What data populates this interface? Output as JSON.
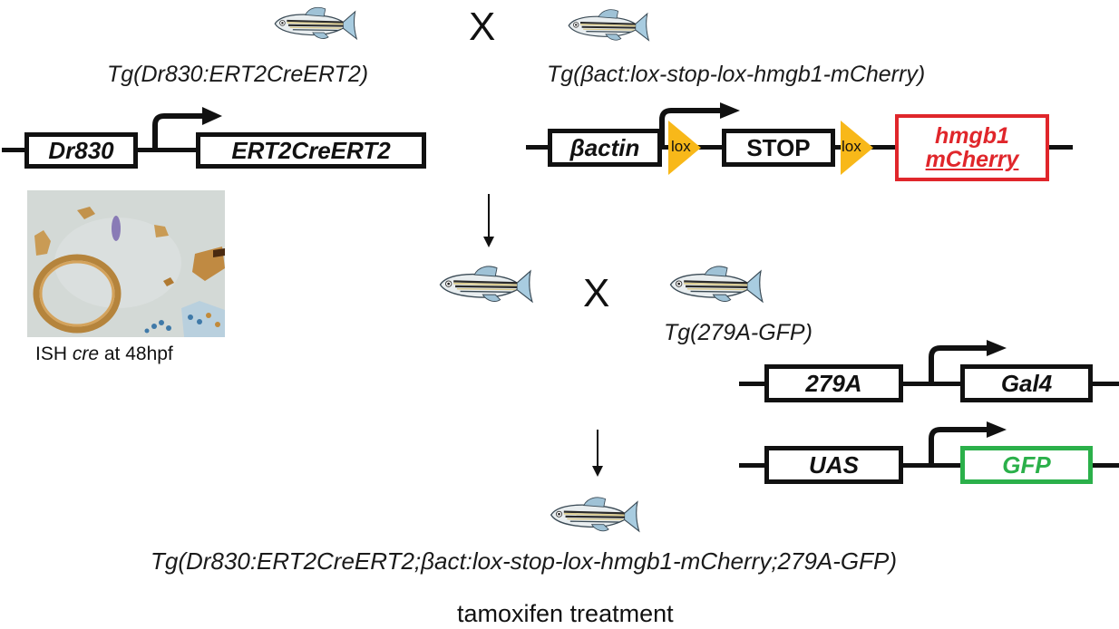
{
  "cross_symbol": "X",
  "fish": {
    "icon": "zebrafish-icon"
  },
  "parent1": {
    "label": "Tg(Dr830:ERT2CreERT2)",
    "construct": {
      "promoter": "Dr830",
      "gene": "ERT2CreERT2"
    }
  },
  "parent2": {
    "label": "Tg(βact:lox-stop-lox-hmgb1-mCherry)",
    "construct": {
      "promoter": "βactin",
      "lox1": "lox",
      "stop": "STOP",
      "lox2": "lox",
      "reporter_line1": "hmgb1",
      "reporter_line2": "mCherry"
    }
  },
  "ish_image": {
    "caption_prefix": "ISH ",
    "caption_gene": "cre",
    "caption_suffix": " at 48hpf"
  },
  "parent3": {
    "label": "Tg(279A-GFP)",
    "construct1": {
      "promoter": "279A",
      "gene": "Gal4"
    },
    "construct2": {
      "promoter": "UAS",
      "gene": "GFP"
    }
  },
  "offspring": {
    "label": "Tg(Dr830:ERT2CreERT2;βact:lox-stop-lox-hmgb1-mCherry;279A-GFP)"
  },
  "treatment": "tamoxifen treatment",
  "colors": {
    "lox": "#f8b819",
    "mcherry": "#e0262b",
    "gfp": "#2bb04a"
  }
}
